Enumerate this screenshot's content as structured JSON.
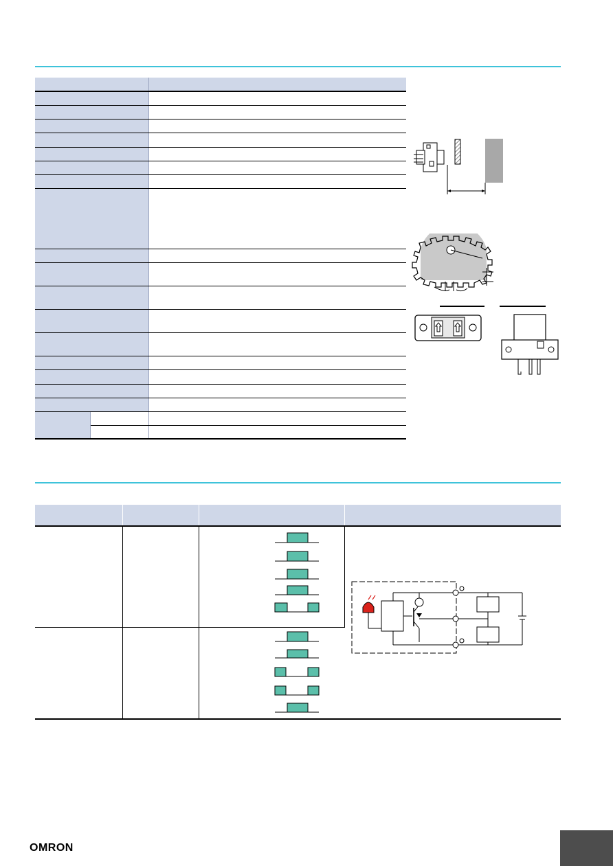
{
  "footer": {
    "brand": "OMRON"
  },
  "colors": {
    "accent_rule": "#3ec3da",
    "table_header": "#cfd7e8",
    "timing_pulse": "#5bbfaa",
    "emitter_led": "#d9221b",
    "page_tab": "#4d4d4d"
  },
  "icons": [
    "sensor-front-view",
    "sensor-side-view",
    "sensing-distance-diagram",
    "slotted-disk-diagram",
    "output-circuit-diagram",
    "led-icon",
    "omron-logo"
  ]
}
